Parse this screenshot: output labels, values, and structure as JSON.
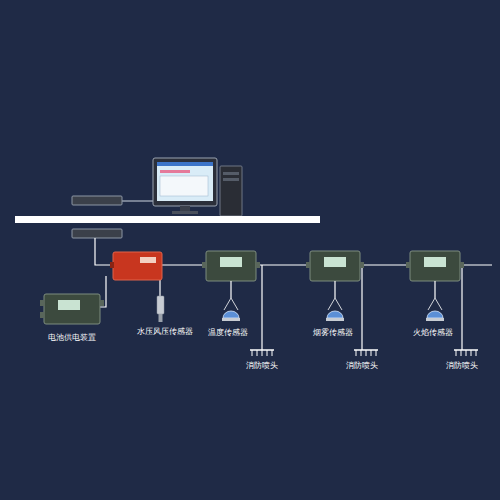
{
  "diagram": {
    "labels": [
      "电池供电装置",
      "水压风压传感器",
      "温度传感器",
      "消防喷头",
      "烟雾传感器",
      "消防喷头",
      "火焰传感器",
      "消防喷头"
    ]
  }
}
